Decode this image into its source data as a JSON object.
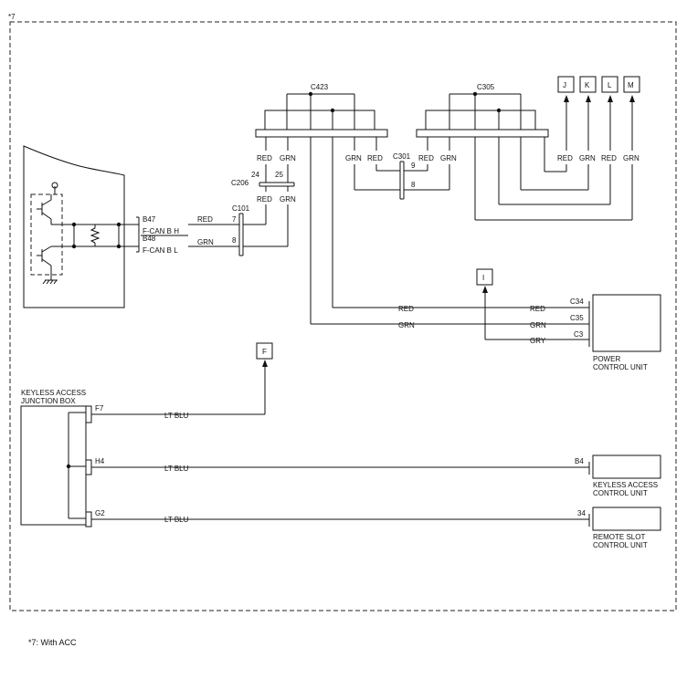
{
  "frame": {
    "marker": "*7",
    "footnote": "*7: With ACC"
  },
  "connectors": {
    "c423": "C423",
    "c305": "C305",
    "c301": "C301",
    "c206": "C206",
    "c101": "C101",
    "c34": "C34",
    "c35": "C35",
    "c3": "C3",
    "b47": "B47",
    "b48": "B48",
    "b4": "B4",
    "f7": "F7",
    "h4": "H4",
    "g2": "G2",
    "p34": "34"
  },
  "pins": {
    "p24": "24",
    "p25": "25",
    "p7": "7",
    "p8a": "8",
    "p9": "9",
    "p8b": "8"
  },
  "signals": {
    "fcan_h": "F-CAN B H",
    "fcan_l": "F-CAN B L"
  },
  "wires": {
    "red": "RED",
    "grn": "GRN",
    "gry": "GRY",
    "ltblu": "LT BLU"
  },
  "refs": {
    "j": "J",
    "k": "K",
    "l": "L",
    "m": "M",
    "i": "I",
    "f": "F"
  },
  "units": {
    "power_1": "POWER",
    "power_2": "CONTROL UNIT",
    "keyless_box_1": "KEYLESS ACCESS",
    "keyless_box_2": "JUNCTION BOX",
    "keyless_cu_1": "KEYLESS ACCESS",
    "keyless_cu_2": "CONTROL UNIT",
    "remote_1": "REMOTE SLOT",
    "remote_2": "CONTROL UNIT"
  }
}
